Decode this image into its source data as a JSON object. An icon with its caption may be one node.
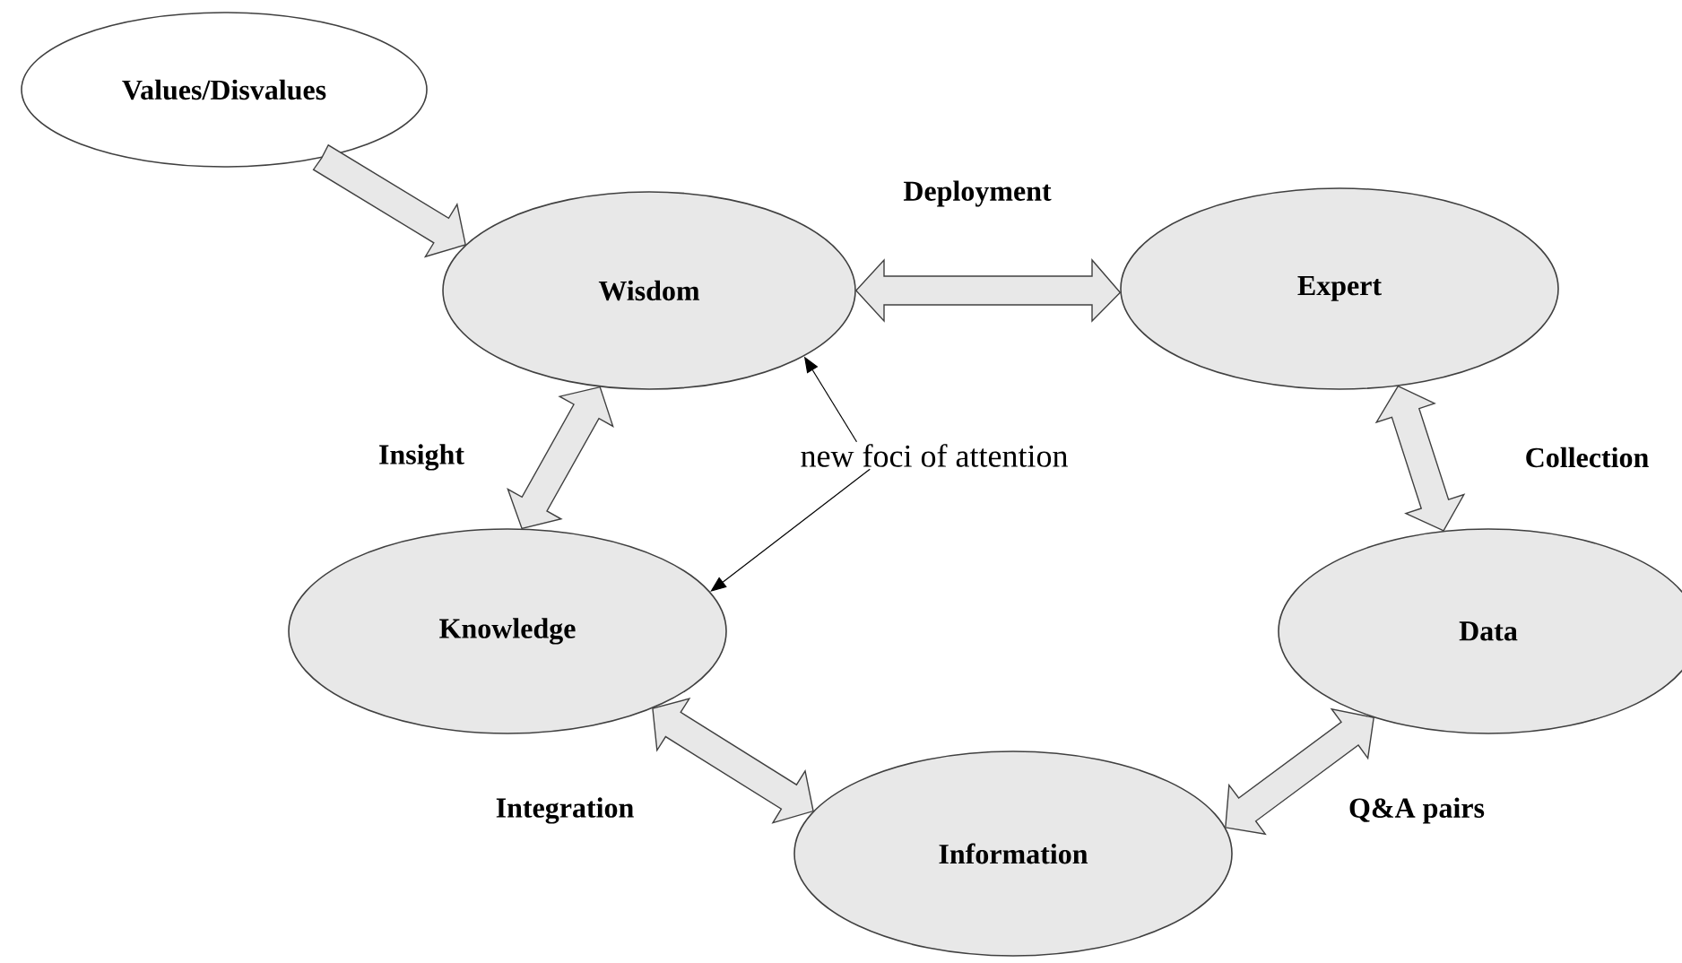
{
  "diagram": {
    "nodes": [
      {
        "text": [
          "Values/Disvalues"
        ]
      },
      {
        "text": [
          "Wisdom"
        ]
      },
      {
        "text": [
          "Expert"
        ]
      },
      {
        "text": [
          "new foci of attention"
        ]
      },
      {
        "text": [
          "Knowledge"
        ]
      },
      {
        "text": [
          "Data"
        ]
      },
      {
        "text": [
          "Information"
        ]
      }
    ],
    "edges": [
      {
        "from": 0,
        "to": 1,
        "arrow": "to",
        "style": "thick"
      },
      {
        "from": 1,
        "to": 2,
        "arrow": "both",
        "style": "thick",
        "label": "Deployment"
      },
      {
        "from": 1,
        "to": 4,
        "arrow": "both",
        "style": "thick",
        "label": "Insight"
      },
      {
        "from": 2,
        "to": 5,
        "arrow": "both",
        "style": "thick",
        "label": "Collection"
      },
      {
        "from": 3,
        "to": 1,
        "arrow": "to"
      },
      {
        "from": 3,
        "to": 4,
        "arrow": "to"
      },
      {
        "from": 4,
        "to": 6,
        "arrow": "both",
        "style": "thick",
        "label": "Integration"
      },
      {
        "from": 6,
        "to": 5,
        "arrow": "both",
        "style": "thick",
        "label": "Q&A pairs"
      }
    ]
  }
}
